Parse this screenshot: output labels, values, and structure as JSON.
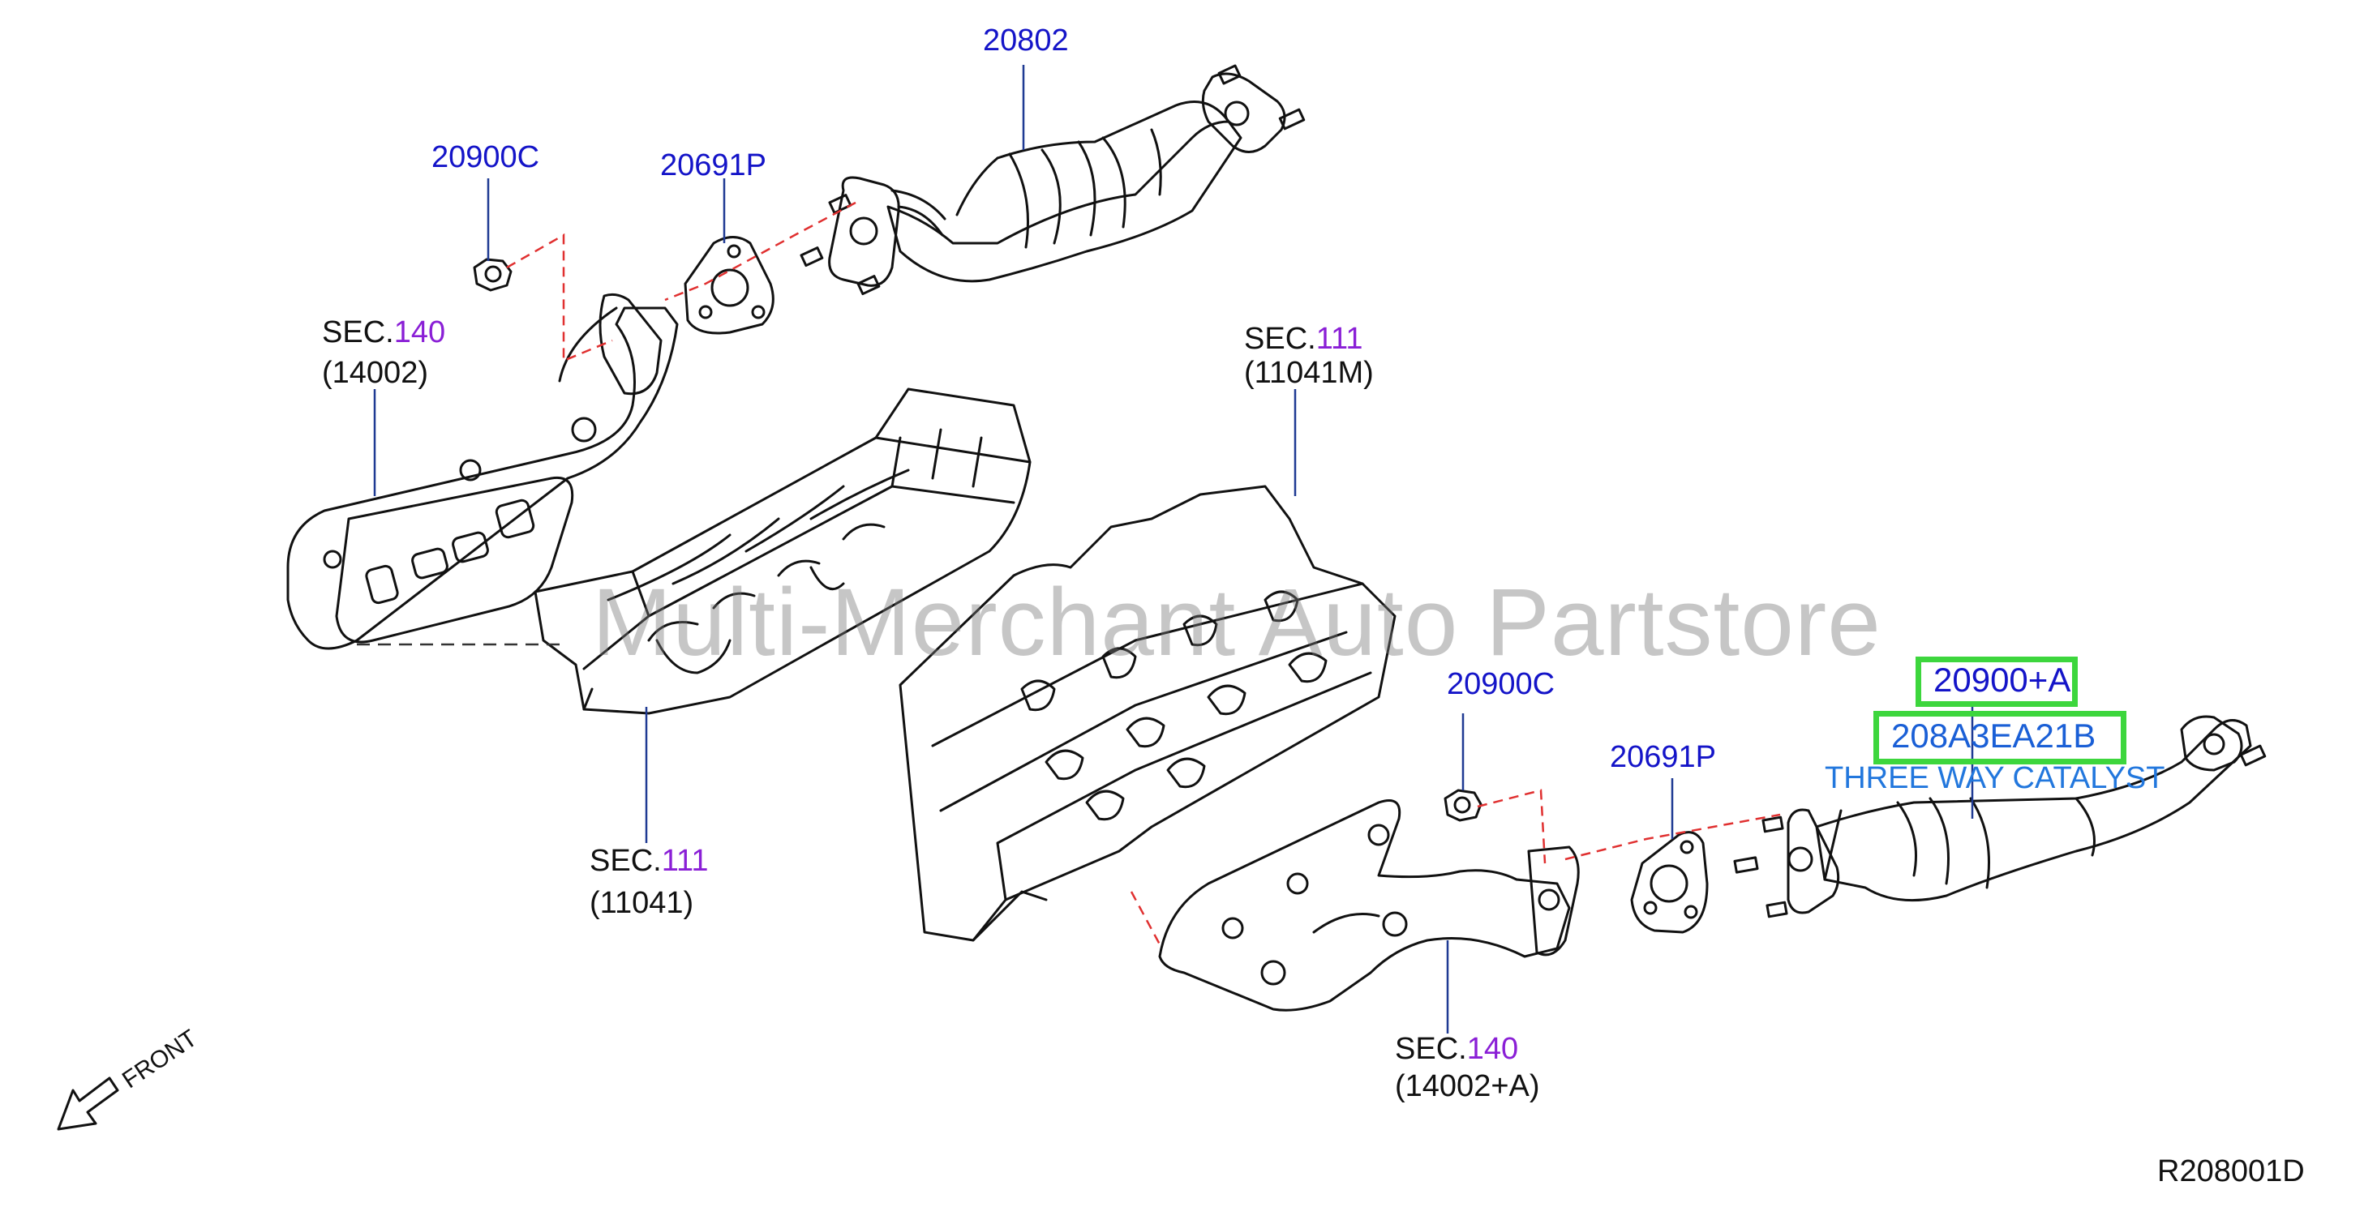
{
  "labels": {
    "p20802": "20802",
    "p20900c_top": "20900C",
    "p20691p_top": "20691P",
    "sec140_top_prefix": "SEC.",
    "sec140_top_num": "140",
    "sec140_top_part": "(14002)",
    "sec111_right_prefix": "SEC.",
    "sec111_right_num": "111",
    "sec111_right_part": "(11041M)",
    "sec111_bottom_prefix": "SEC.",
    "sec111_bottom_num": "111",
    "sec111_bottom_part": "(11041)",
    "p20900c_mid": "20900C",
    "p20691p_mid": "20691P",
    "sec140_bottom_prefix": "SEC.",
    "sec140_bottom_num": "140",
    "sec140_bottom_part": "(14002+A)",
    "p20900a": "20900+A",
    "p208a3": "208A3EA21B",
    "three_way": "THREE WAY CATALYST",
    "front": "FRONT",
    "diagram_code": "R208001D"
  },
  "watermark": "Multi-Merchant Auto Partstore",
  "colors": {
    "part_number": "#1414c8",
    "section_number": "#8a1fd6",
    "highlight_border": "#3dd63d",
    "highlight_text": "#1a5fd6",
    "three_way_text": "#2277dd",
    "leader_line": "#1f3a93",
    "dashed_line": "#e03030",
    "drawing_line": "#111111"
  }
}
